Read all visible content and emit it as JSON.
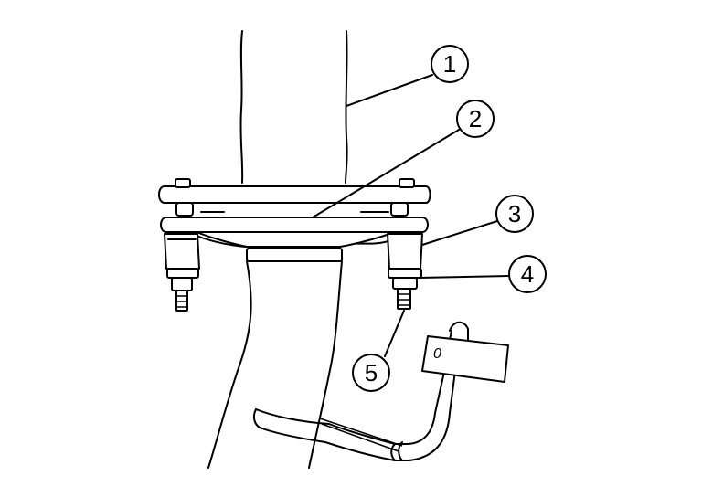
{
  "diagram": {
    "callouts": [
      {
        "id": 1,
        "label": "1"
      },
      {
        "id": 2,
        "label": "2"
      },
      {
        "id": 3,
        "label": "3"
      },
      {
        "id": 4,
        "label": "4"
      },
      {
        "id": 5,
        "label": "5"
      }
    ],
    "tool_mark": "0"
  },
  "colors": {
    "stroke": "#000000",
    "background": "#ffffff"
  }
}
